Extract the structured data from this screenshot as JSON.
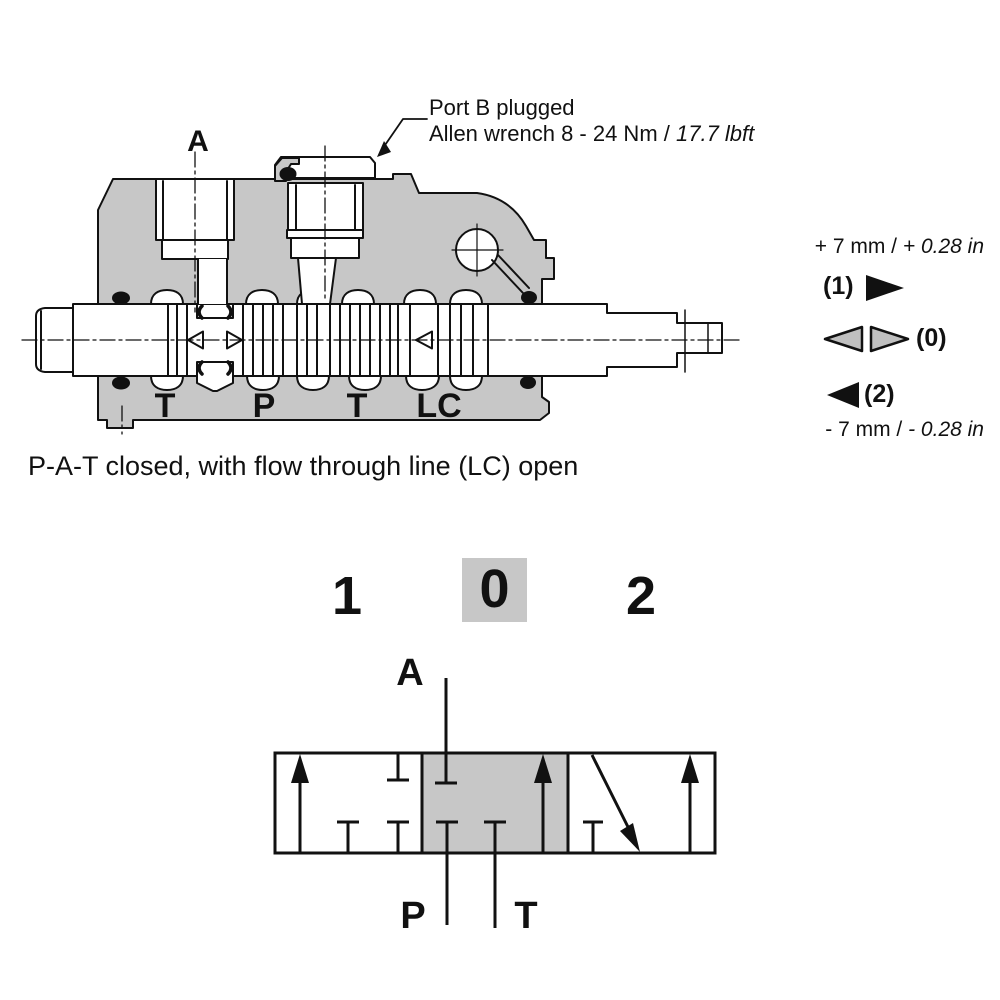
{
  "colors": {
    "body_gray": "#c7c7c7",
    "symbol_gray": "#c7c7c7",
    "triangle_gray": "#c0c0c0",
    "line_black": "#111111",
    "background": "#ffffff"
  },
  "cross_section": {
    "label_port_a": "A",
    "port_labels": [
      "T",
      "P",
      "T",
      "LC"
    ],
    "callout": {
      "line1": "Port B plugged",
      "line2_regular": "Allen wrench 8 - 24 Nm / ",
      "line2_italic": "17.7 lbft"
    },
    "caption": "P-A-T closed, with flow through line (LC) open"
  },
  "travel_annotations": {
    "plus_regular": "+ 7 mm / ",
    "plus_italic": "+ 0.28 in",
    "position_1": "(1)",
    "position_0": "(0)",
    "position_2": "(2)",
    "minus_regular": "- 7 mm / ",
    "minus_italic": "- 0.28 in"
  },
  "schematic": {
    "position_labels": [
      "1",
      "0",
      "2"
    ],
    "port_a": "A",
    "port_p": "P",
    "port_t": "T"
  }
}
